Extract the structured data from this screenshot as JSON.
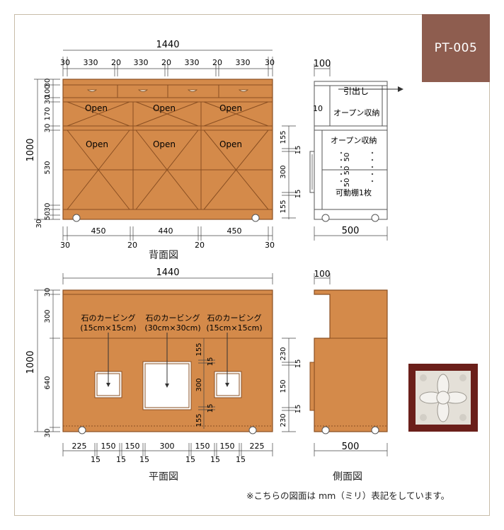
{
  "product_code": "PT-005",
  "colors": {
    "wood": "#d48a4a",
    "wood_dark": "#8a4f22",
    "badge": "#8e5d4f",
    "line": "#333333"
  },
  "captions": {
    "back_view": "背面図",
    "plan_view": "平面図",
    "side_view": "側面図",
    "note": "※こちらの図面は mm（ミリ）表記をしています。"
  },
  "back": {
    "total_width": "1440",
    "top_dims": [
      "30",
      "330",
      "20",
      "330",
      "20",
      "330",
      "20",
      "330",
      "30"
    ],
    "bottom_dims": [
      "450",
      "440",
      "450"
    ],
    "bottom_small": [
      "30",
      "20",
      "20",
      "30"
    ],
    "height": "1000",
    "left_dims": [
      "30",
      "100",
      "30",
      "170",
      "30",
      "530",
      "30",
      "50",
      "30"
    ],
    "open_labels": [
      "Open",
      "Open",
      "Open",
      "Open",
      "Open",
      "Open"
    ],
    "right_dims": [
      "155",
      "15",
      "300",
      "15",
      "155"
    ]
  },
  "side_top": {
    "width_top": "100",
    "drawer_label": "引出し",
    "open_storage_1": "オープン収納",
    "open_storage_2": "オープン収納",
    "dim_10": "10",
    "shelf_label": "可動棚1枚",
    "shelf_dims": [
      "50",
      "50",
      "50"
    ],
    "width_bottom": "500"
  },
  "plan": {
    "total_width": "1440",
    "height": "1000",
    "left_dims": [
      "30",
      "300",
      "640",
      "30"
    ],
    "carving_labels": [
      {
        "name": "石のカービング",
        "size": "(15cm×15cm)"
      },
      {
        "name": "石のカービング",
        "size": "(30cm×30cm)"
      },
      {
        "name": "石のカービング",
        "size": "(15cm×15cm)"
      }
    ],
    "center_dims": [
      "155",
      "15",
      "300",
      "15",
      "155"
    ],
    "bottom_dims": [
      "225",
      "150",
      "150",
      "300",
      "150",
      "150",
      "225"
    ],
    "bottom_small": [
      "15",
      "15",
      "15",
      "15",
      "15",
      "15"
    ]
  },
  "side_bottom": {
    "width_top": "100",
    "right_dims": [
      "230",
      "15",
      "150",
      "15",
      "230"
    ],
    "width_bottom": "500"
  }
}
